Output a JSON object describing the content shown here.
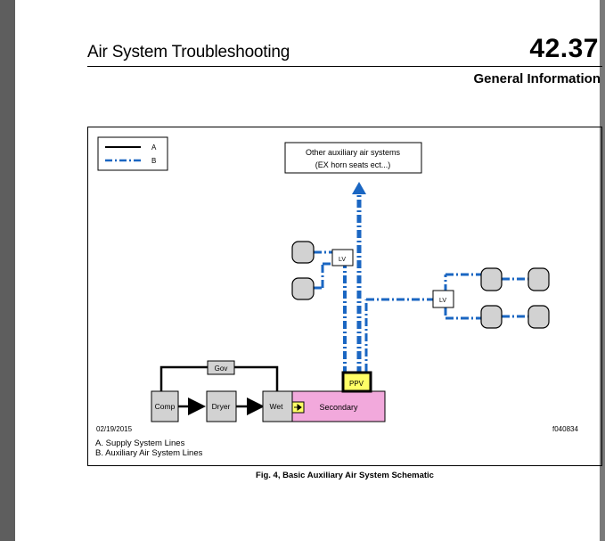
{
  "header": {
    "title": "Air System Troubleshooting",
    "section_number": "42.37",
    "section_name": "General Information"
  },
  "legend": {
    "supply_key": "A",
    "auxiliary_key": "B"
  },
  "diagram": {
    "other_systems_line1": "Other auxiliary air systems",
    "other_systems_line2": "(EX horn seats ect...)",
    "lv_left": "LV",
    "lv_right": "LV",
    "gov": "Gov",
    "comp": "Comp",
    "dryer": "Dryer",
    "wet": "Wet",
    "secondary": "Secondary",
    "ppv": "PPV",
    "date": "02/19/2015",
    "figure_id": "f040834"
  },
  "notes": [
    "A.   Supply System Lines",
    "B.   Auxiliary Air System Lines"
  ],
  "caption": "Fig. 4, Basic Auxiliary Air System Schematic",
  "colors": {
    "auxiliary_line": "#1a66c2",
    "secondary_tank": "#f2a9dc",
    "ppv_fill": "#ffff66"
  }
}
